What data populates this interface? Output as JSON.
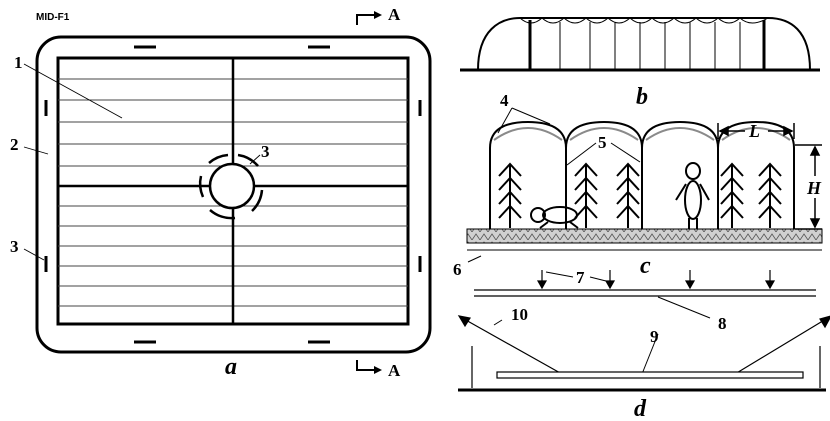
{
  "figure": {
    "id_tag": "MID-F1",
    "section_mark_top": "A",
    "section_mark_bottom": "A",
    "panel_labels": {
      "a": "a",
      "b": "b",
      "c": "c",
      "d": "d"
    },
    "callouts": {
      "n1": "1",
      "n2": "2",
      "n3_left": "3",
      "n3_center": "3",
      "n4": "4",
      "n5": "5",
      "n6": "6",
      "n7": "7",
      "n8": "8",
      "n9": "9",
      "n10": "10"
    },
    "dimensions": {
      "width": "L",
      "height": "H"
    }
  },
  "colors": {
    "line": "#000000",
    "ground_fill": "#b8b8b8",
    "dome_gray": "#8a8a8a"
  }
}
